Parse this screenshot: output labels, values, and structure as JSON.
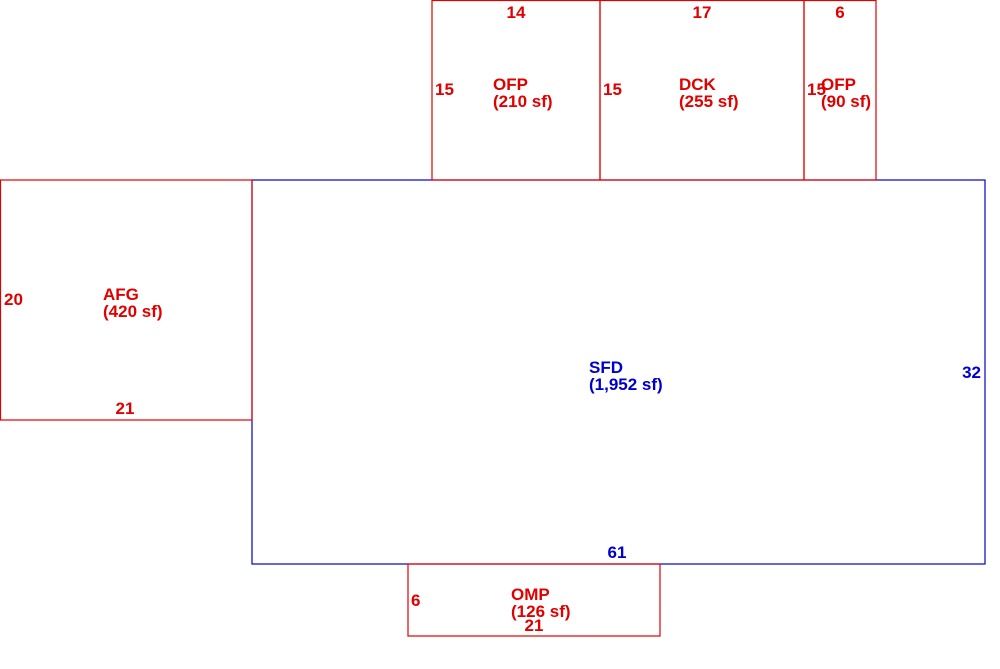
{
  "colors": {
    "main": "#0000cc",
    "sub": "#e00000"
  },
  "areas": [
    {
      "id": "sfd",
      "code": "SFD",
      "area": "(1,952 sf)",
      "color": "main"
    },
    {
      "id": "afg",
      "code": "AFG",
      "area": "(420 sf)",
      "color": "sub"
    },
    {
      "id": "ofp-1",
      "code": "OFP",
      "area": "(210 sf)",
      "color": "sub"
    },
    {
      "id": "dck",
      "code": "DCK",
      "area": "(255 sf)",
      "color": "sub"
    },
    {
      "id": "ofp-2",
      "code": "OFP",
      "area": "(90 sf)",
      "color": "sub"
    },
    {
      "id": "omp",
      "code": "OMP",
      "area": "(126 sf)",
      "color": "sub"
    }
  ],
  "dimensions": {
    "sfd_width": "61",
    "sfd_depth": "32",
    "afg_width": "21",
    "afg_depth": "20",
    "ofp1_width": "14",
    "ofp1_depth": "15",
    "dck_width": "17",
    "dck_depth": "15",
    "ofp2_width": "6",
    "ofp2_depth": "15",
    "omp_width": "21",
    "omp_depth": "6"
  }
}
